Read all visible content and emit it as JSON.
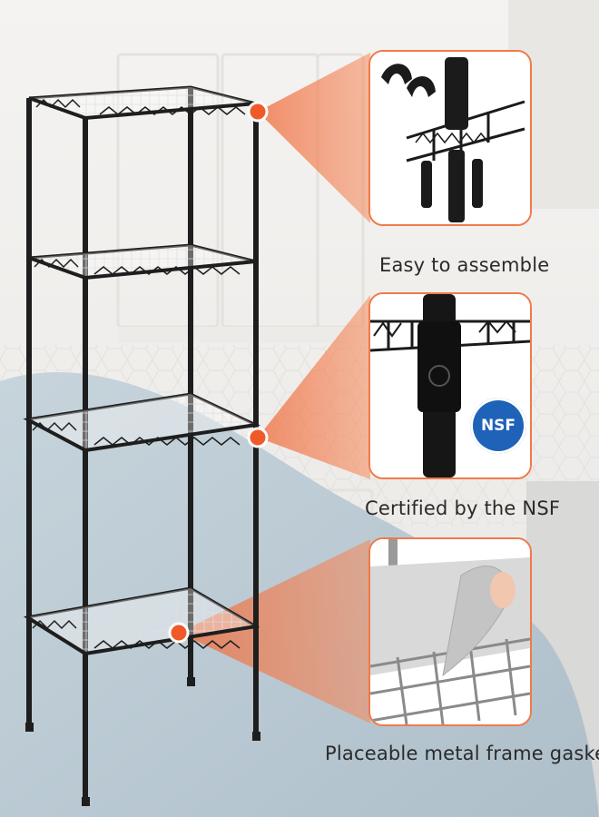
{
  "callouts": [
    {
      "label": "Easy to assemble"
    },
    {
      "label": "Certified by the NSF",
      "badge": "NSF"
    },
    {
      "label": "Placeable metal frame gasket"
    }
  ],
  "colors": {
    "accent": "#f07a4a",
    "rack": "#1e1e1e",
    "badge": "#1f63b8",
    "floor": "#b9c8d2"
  }
}
